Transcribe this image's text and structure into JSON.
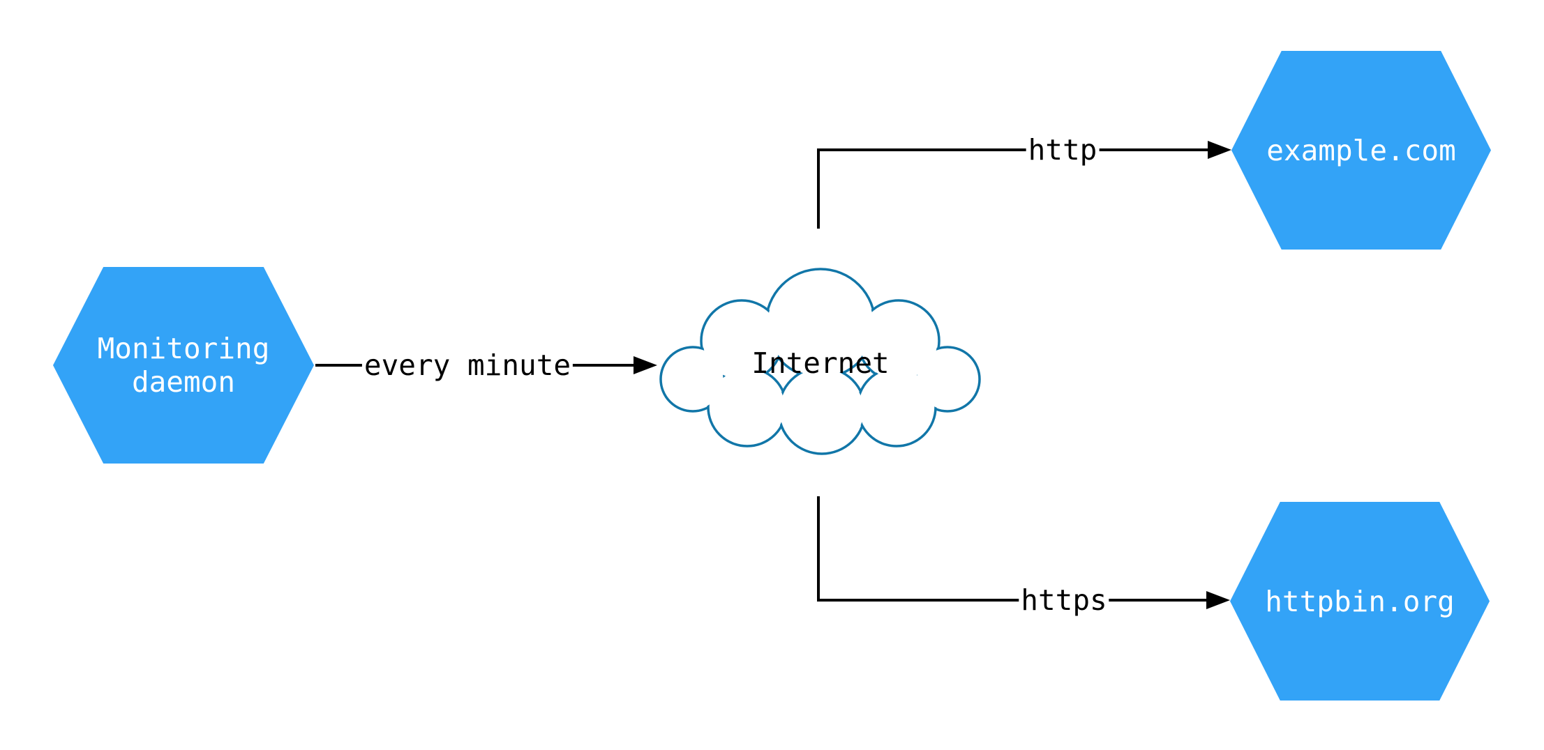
{
  "colors": {
    "background": "#ffffff",
    "node_fill": "#33a3f7",
    "node_text": "#ffffff",
    "cloud_outline": "#1176a8",
    "edge_line": "#000000",
    "edge_label_text": "#000000"
  },
  "nodes": {
    "monitoring_daemon": {
      "shape": "hexagon",
      "label": "Monitoring daemon",
      "line1": "Monitoring",
      "line2": "daemon"
    },
    "internet": {
      "shape": "cloud",
      "label": "Internet"
    },
    "example_com": {
      "shape": "hexagon",
      "label": "example.com"
    },
    "httpbin_org": {
      "shape": "hexagon",
      "label": "httpbin.org"
    }
  },
  "edges": [
    {
      "from": "Monitoring daemon",
      "to": "Internet",
      "label": "every minute"
    },
    {
      "from": "Internet",
      "to": "example.com",
      "label": "http"
    },
    {
      "from": "Internet",
      "to": "httpbin.org",
      "label": "https"
    }
  ]
}
